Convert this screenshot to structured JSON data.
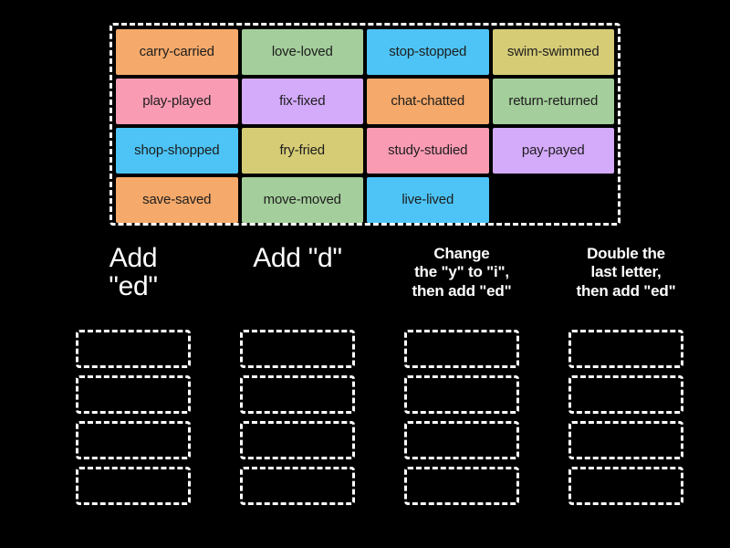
{
  "activity": {
    "background_color": "#000000",
    "text_color": "#ffffff"
  },
  "word_bank": {
    "name": "word-bank",
    "border_style": "dashed",
    "columns": 4,
    "rows": 4,
    "tiles": [
      {
        "label": "carry-carried",
        "color": "#f5a96a"
      },
      {
        "label": "love-loved",
        "color": "#a4ce9b"
      },
      {
        "label": "stop-stopped",
        "color": "#4dc4f5"
      },
      {
        "label": "swim-swimmed",
        "color": "#d6cc76"
      },
      {
        "label": "play-played",
        "color": "#fa9bb4"
      },
      {
        "label": "fix-fixed",
        "color": "#d4aafa"
      },
      {
        "label": "chat-chatted",
        "color": "#f5a96a"
      },
      {
        "label": "return-returned",
        "color": "#a4ce9b"
      },
      {
        "label": "shop-shopped",
        "color": "#4dc4f5"
      },
      {
        "label": "fry-fried",
        "color": "#d6cc76"
      },
      {
        "label": "study-studied",
        "color": "#fa9bb4"
      },
      {
        "label": "pay-payed",
        "color": "#d4aafa"
      },
      {
        "label": "save-saved",
        "color": "#f5a96a"
      },
      {
        "label": "move-moved",
        "color": "#a4ce9b"
      },
      {
        "label": "live-lived",
        "color": "#4dc4f5"
      },
      {
        "label": "",
        "color": "transparent"
      }
    ]
  },
  "categories": [
    {
      "heading": "Add\n\"ed\"",
      "size": "big",
      "slots": 4
    },
    {
      "heading": "Add \"d\"",
      "size": "big",
      "slots": 4
    },
    {
      "heading": "Change\nthe \"y\" to \"i\",\nthen add \"ed\"",
      "size": "small",
      "slots": 4
    },
    {
      "heading": "Double the\nlast letter,\nthen add \"ed\"",
      "size": "small",
      "slots": 4
    }
  ]
}
